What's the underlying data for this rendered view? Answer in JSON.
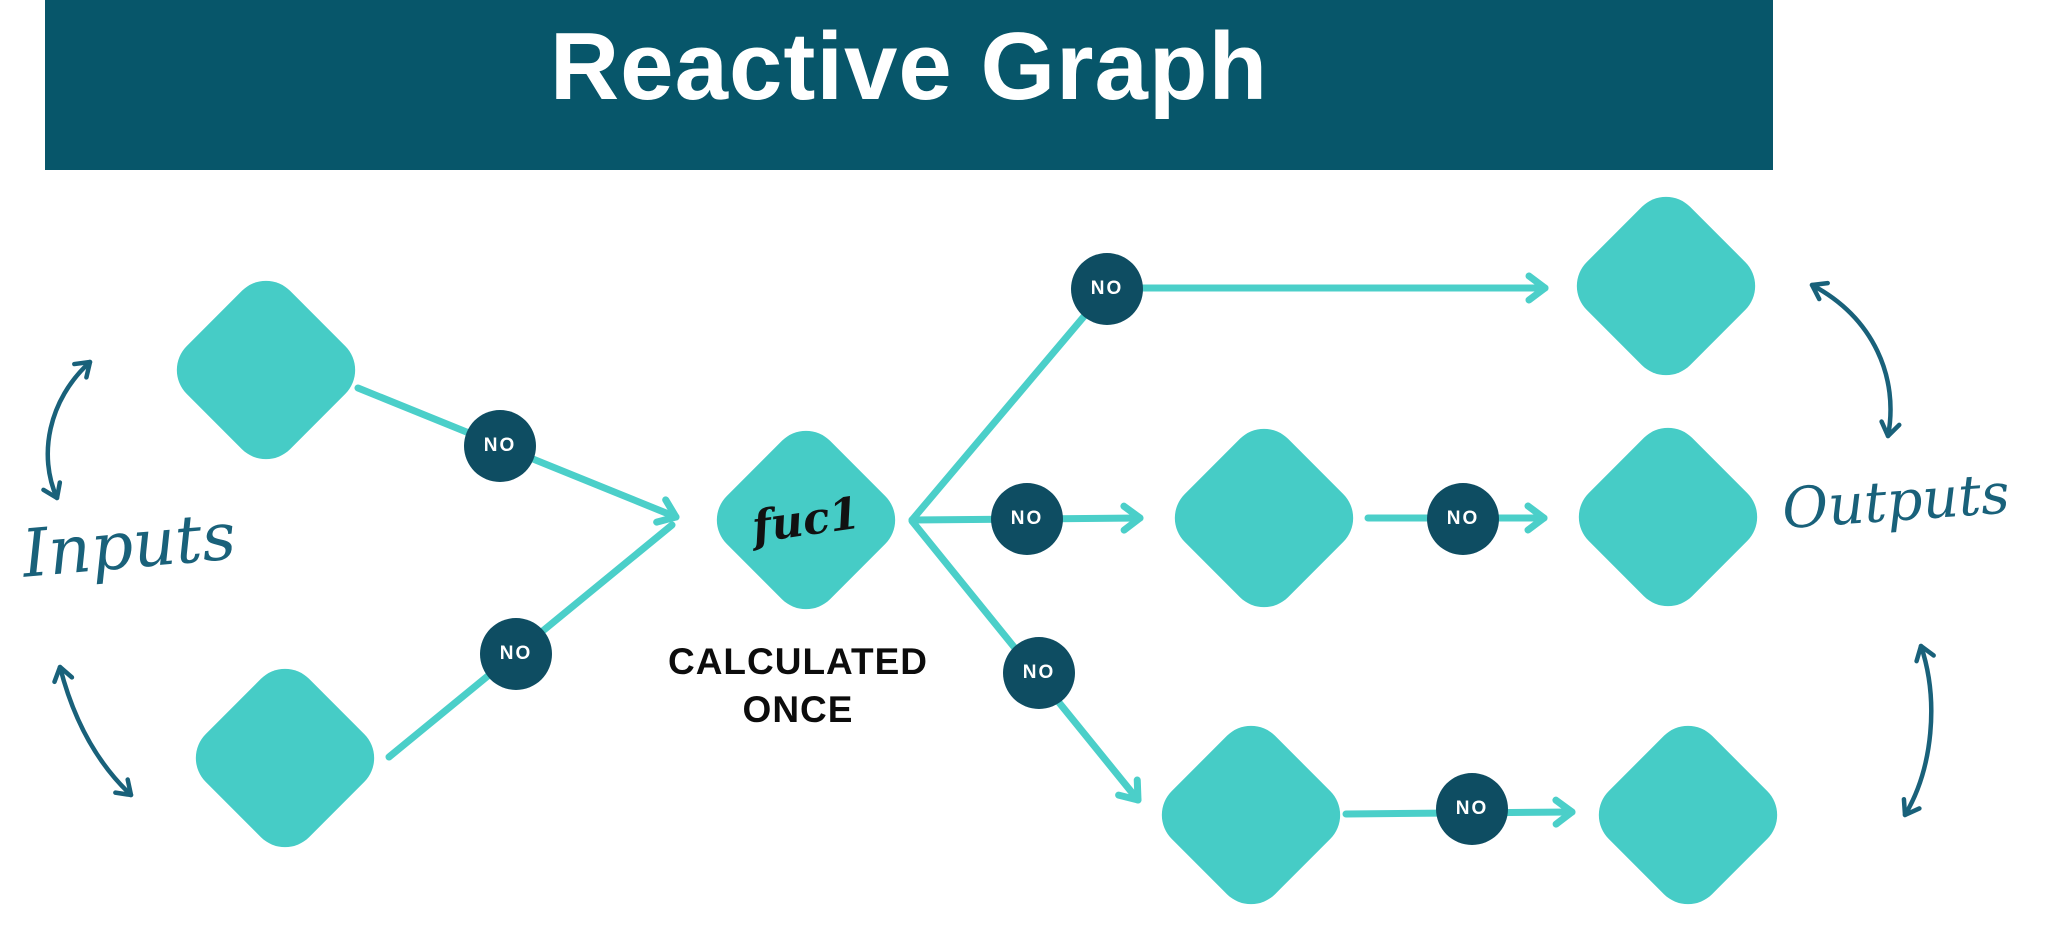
{
  "banner": {
    "title": "Reactive Graph"
  },
  "sections": {
    "inputs_label": "Inputs",
    "outputs_label": "Outputs"
  },
  "center_node": {
    "label": "fuc1",
    "caption": {
      "line1": "CALCULATED",
      "line2": "ONCE"
    }
  },
  "edge_badge": {
    "label": "NO"
  },
  "diagram": {
    "input_node_count": 2,
    "output_branch_count": 3,
    "no_badge_count": 7
  },
  "colors": {
    "banner-teal": "#07566a",
    "node-teal": "#46ccc6",
    "edge-teal": "#4bcfc9",
    "badge-navy": "#0e4d62",
    "ink": "#19617a",
    "text-black": "#0c0c0c",
    "title-white": "#ffffff",
    "background": "#ffffff"
  }
}
